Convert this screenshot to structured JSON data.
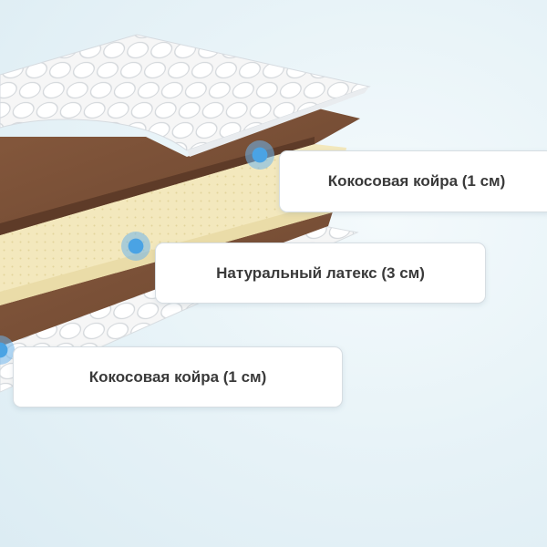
{
  "layers": [
    {
      "id": "top",
      "label": "Кокосовая койра (1 см)"
    },
    {
      "id": "middle",
      "label": "Натуральный латекс (3 см)"
    },
    {
      "id": "bottom",
      "label": "Кокосовая койра (1 см)"
    }
  ],
  "colors": {
    "coir": "#7a5239",
    "latex": "#f3e8bd",
    "cover": "#f7f7f7",
    "marker": "#4aa3e4"
  }
}
